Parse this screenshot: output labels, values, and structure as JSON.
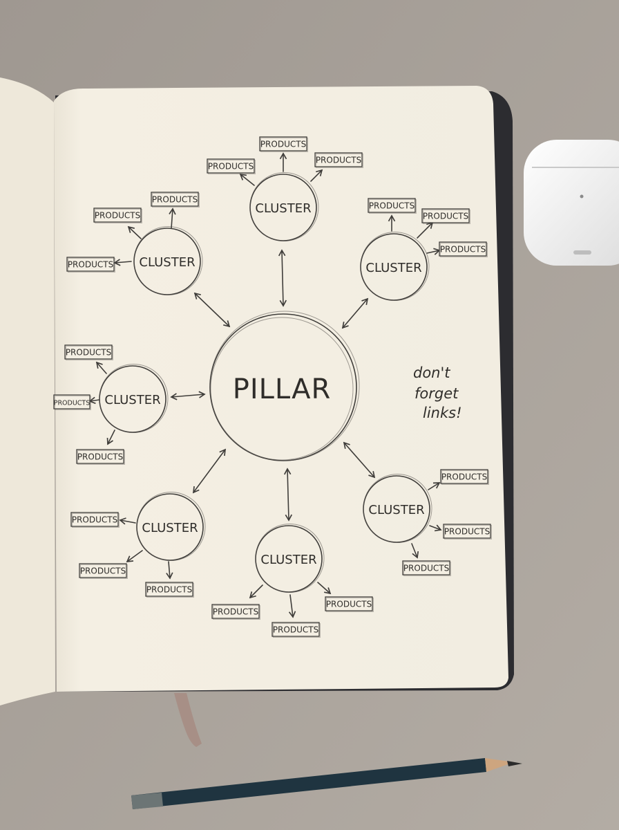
{
  "diagram": {
    "pillar": "PILLAR",
    "cluster_label": "CLUSTER",
    "product_label": "PRODUCTS",
    "note": [
      "don't",
      "forget",
      "links!"
    ],
    "clusters": [
      {
        "id": "top",
        "products": [
          "PRODUCTS",
          "PRODUCTS",
          "PRODUCTS"
        ]
      },
      {
        "id": "upper-left",
        "products": [
          "PRODUCTS",
          "PRODUCTS",
          "PRODUCTS"
        ]
      },
      {
        "id": "upper-right",
        "products": [
          "PRODUCTS",
          "PRODUCTS",
          "PRODUCTS"
        ]
      },
      {
        "id": "left",
        "products": [
          "PRODUCTS",
          "PRODUCTS",
          "PRODUCTS"
        ]
      },
      {
        "id": "lower-left",
        "products": [
          "PRODUCTS",
          "PRODUCTS",
          "PRODUCTS"
        ]
      },
      {
        "id": "bottom",
        "products": [
          "PRODUCTS",
          "PRODUCTS",
          "PRODUCTS"
        ]
      },
      {
        "id": "lower-right",
        "products": [
          "PRODUCTS",
          "PRODUCTS",
          "PRODUCTS"
        ]
      }
    ]
  },
  "colors": {
    "desk": "#a8a19a",
    "paper": "#f3eee2",
    "ink": "#3f3d3a",
    "pencil": "#1f3440"
  }
}
